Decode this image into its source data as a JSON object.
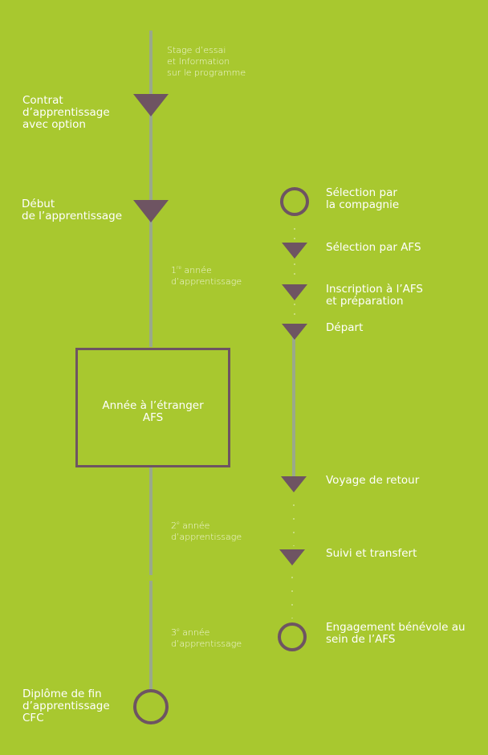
{
  "colors": {
    "background": "#a8c82f",
    "line": "#9aa98a",
    "marker": "#6e5462",
    "dots": "#c7dc7a"
  },
  "main_timeline": {
    "intro": "Stage d’essai\net Information\nsur le programme",
    "contract": "Contrat\nd’apprentissage\navec option",
    "start": "Début\nde l’apprentissage",
    "year1_num": "1",
    "year1_sup": "re",
    "year1_rest": " année\nd’apprentissage",
    "abroad_box": "Année à l’étranger\nAFS",
    "year2_num": "2",
    "year2_sup": "e",
    "year2_rest": " année\nd’apprentissage",
    "year3_num": "3",
    "year3_sup": "e",
    "year3_rest": " année\nd’apprentissage",
    "diploma": "Diplôme de fin\nd’apprentissage\nCFC"
  },
  "afs_timeline": {
    "selection_company": "Sélection par\nla compagnie",
    "selection_afs": "Sélection par AFS",
    "inscription": "Inscription à l’AFS\net préparation",
    "departure": "Départ",
    "return": "Voyage de retour",
    "followup": "Suivi et transfert",
    "volunteer": "Engagement bénévole au\nsein de l’AFS"
  },
  "icons": {
    "triangle": "triangle-down-icon",
    "circle": "circle-outline-icon"
  }
}
